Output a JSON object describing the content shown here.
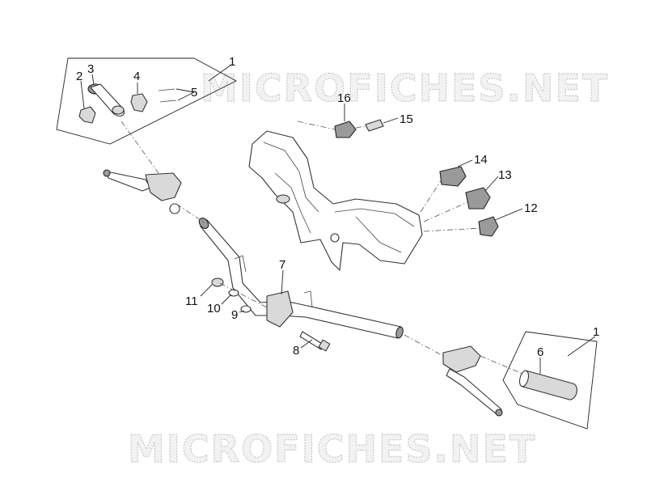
{
  "watermark": {
    "top": "MICROFICHES.NET",
    "bottom": "MICROFICHES.NET"
  },
  "callouts": {
    "c1_left": "1",
    "c2": "2",
    "c3": "3",
    "c4": "4",
    "c5": "5",
    "c16": "16",
    "c15": "15",
    "c14": "14",
    "c13": "13",
    "c12": "12",
    "c7": "7",
    "c11": "11",
    "c10": "10",
    "c9": "9",
    "c8": "8",
    "c1_right": "1",
    "c6": "6"
  }
}
